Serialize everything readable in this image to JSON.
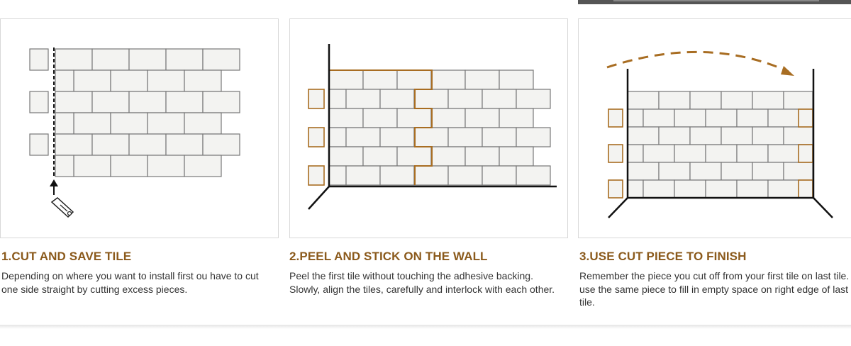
{
  "steps": [
    {
      "title": "1.CUT AND SAVE TILE",
      "description": "Depending on where you want to install first ou have to cut one side straight by cutting excess pieces.",
      "illustration": "cut-tile-illustration"
    },
    {
      "title": "2.PEEL AND STICK ON THE WALL",
      "description": "Peel the first tile without touching the adhesive backing. Slowly, align the tiles, carefully and interlock with each other.",
      "illustration": "stick-wall-illustration"
    },
    {
      "title": "3.USE CUT PIECE TO FINISH",
      "description": "Remember the piece you cut off from your first tile on last tile. use the same piece to fill in empty space on right edge of last tile.",
      "illustration": "finish-illustration"
    }
  ],
  "colors": {
    "accent": "#8b5a1c",
    "highlight": "#a86d22",
    "text": "#333333",
    "border": "#d8d8d8"
  }
}
